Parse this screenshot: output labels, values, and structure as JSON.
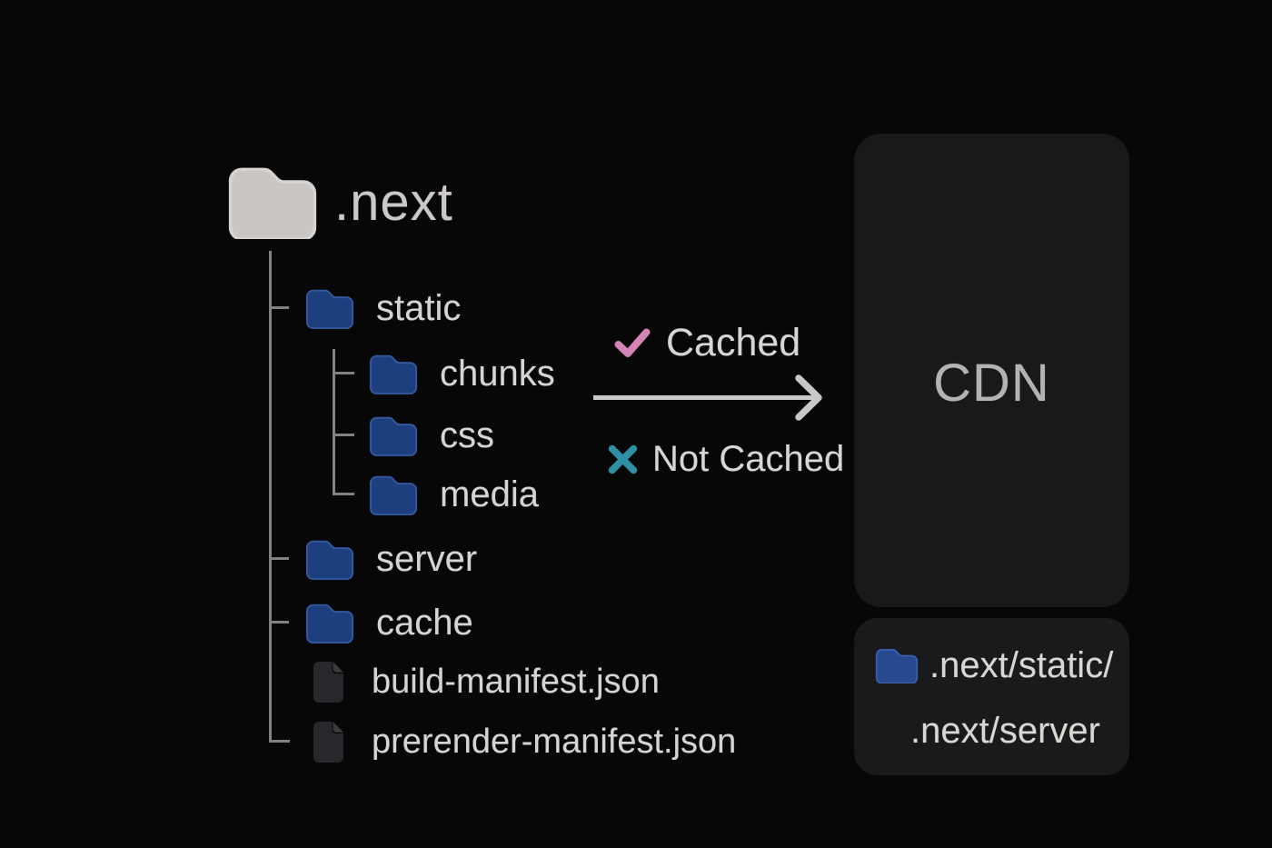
{
  "colors": {
    "background": "#070708",
    "panel": "#19191b",
    "text": "#d6d3d0",
    "cdn_text": "#b5b3b1",
    "folder_blue": "#1e3f7e",
    "folder_gray": "#c9c6c3",
    "file_gray": "#28282c",
    "tree_line": "#828282",
    "check_pink": "#d583b7",
    "cross_teal": "#2f8fa4",
    "arrow_gray": "#cac8c6"
  },
  "icons": {
    "folder": "📁",
    "file": "📄",
    "check": "✓",
    "cross": "✕",
    "arrow_right": "→"
  },
  "tree": {
    "root": {
      "label": ".next",
      "icon": "folder"
    },
    "items": [
      {
        "label": "static",
        "icon": "folder",
        "level": 1
      },
      {
        "label": "chunks",
        "icon": "folder",
        "level": 2
      },
      {
        "label": "css",
        "icon": "folder",
        "level": 2
      },
      {
        "label": "media",
        "icon": "folder",
        "level": 2
      },
      {
        "label": "server",
        "icon": "folder",
        "level": 1
      },
      {
        "label": "cache",
        "icon": "folder",
        "level": 1
      },
      {
        "label": "build-manifest.json",
        "icon": "file",
        "level": 1
      },
      {
        "label": "prerender-manifest.json",
        "icon": "file",
        "level": 1
      }
    ]
  },
  "legend": {
    "cached": "Cached",
    "not_cached": "Not Cached"
  },
  "cdn": {
    "title": "CDN"
  },
  "deploy_box": {
    "line1": ".next/static/",
    "line2": ".next/server"
  }
}
